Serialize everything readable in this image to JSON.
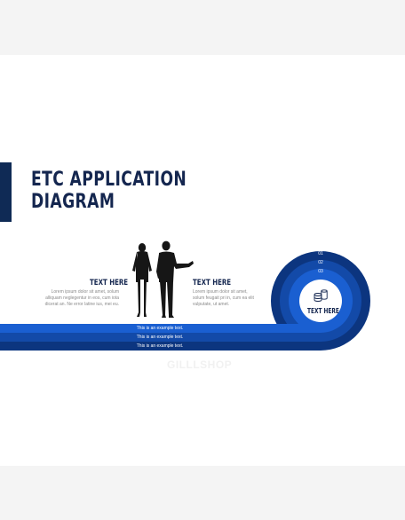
{
  "title_lines": [
    "ETC APPLICATION",
    "DIAGRAM"
  ],
  "left_block": {
    "heading": "TEXT HERE",
    "body": "Lorem ipsum dolor sit amet, solum alliquam neglegentur in eos, cum iota dicerat an. Ne error latine ius, mei eu."
  },
  "right_block": {
    "heading": "TEXT HERE",
    "body": "Lorem ipsum dolor sit amet, solum feugait pri in, cum ea elit vulputate, ut amet."
  },
  "bands": [
    "This is an example text.",
    "This is an example text.",
    "This is an example text."
  ],
  "ring_numbers": [
    "01",
    "02",
    "03"
  ],
  "center_label": "TEXT HERE",
  "watermark": "GILLLSHOP",
  "colors": {
    "navy": "#0f2a55",
    "band_light": "#1a5fd1",
    "band_mid": "#134aa8",
    "band_dark": "#0c357f"
  },
  "icons": {
    "center": "coin-stack-icon",
    "people": "businesspeople-silhouette"
  }
}
